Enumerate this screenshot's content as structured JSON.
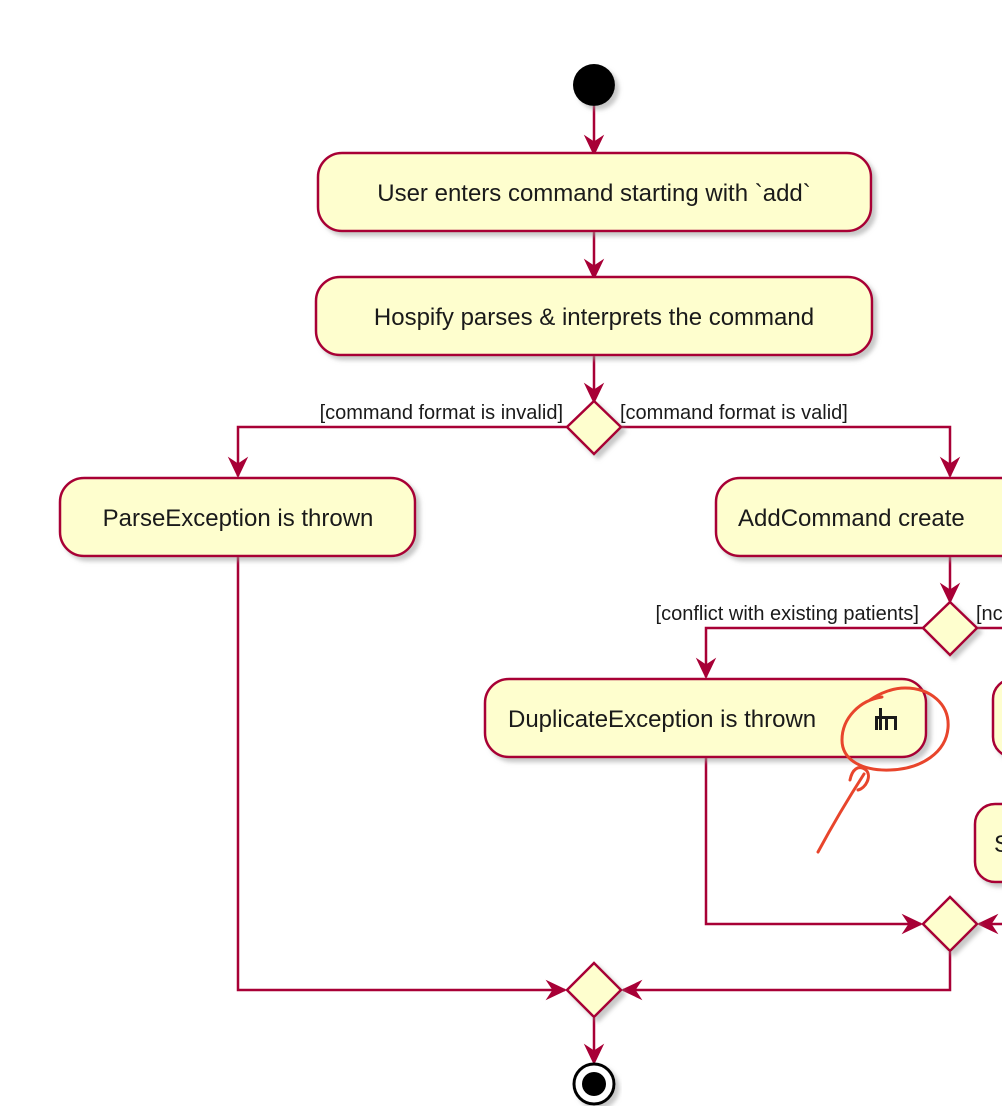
{
  "diagram": {
    "colors": {
      "node_fill": "#fefece",
      "node_stroke": "#a80036",
      "edge": "#a80036",
      "shadow": "#c8c8c8",
      "annotation": "#e8452c"
    },
    "start_node": {
      "label": ""
    },
    "actions": {
      "enter": "User enters command starting with `add`",
      "parse": "Hospify parses & interprets the command",
      "parse_exception": "ParseException is thrown",
      "add_command": "AddCommand create",
      "duplicate_exception": "DuplicateException is thrown",
      "partial_right_node": "S"
    },
    "guards": {
      "format_invalid": "[command format is invalid]",
      "format_valid": "[command format is valid]",
      "conflict": "[conflict with existing patients]",
      "no_conflict": "[nc"
    },
    "rake_icon": "rake-icon",
    "annotation": {
      "shape": "hand-drawn circle with arrow",
      "target": "rake-icon"
    }
  }
}
